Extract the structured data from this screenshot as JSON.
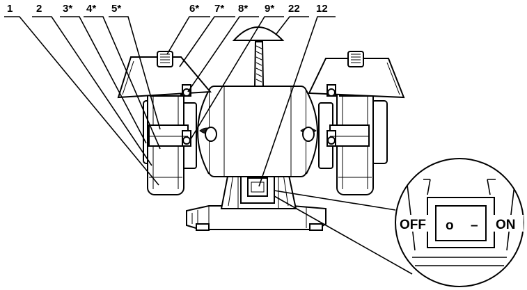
{
  "callouts": [
    {
      "id": "1",
      "text": "1"
    },
    {
      "id": "2",
      "text": "2"
    },
    {
      "id": "3",
      "text": "3*"
    },
    {
      "id": "4",
      "text": "4*"
    },
    {
      "id": "5",
      "text": "5*"
    },
    {
      "id": "6",
      "text": "6*"
    },
    {
      "id": "7",
      "text": "7*"
    },
    {
      "id": "8",
      "text": "8*"
    },
    {
      "id": "9",
      "text": "9*"
    },
    {
      "id": "22",
      "text": "22"
    },
    {
      "id": "12",
      "text": "12"
    }
  ],
  "switch_detail": {
    "off_label": "OFF",
    "on_label": "ON",
    "off_symbol": "o",
    "on_symbol": "–"
  },
  "colors": {
    "line": "#000000",
    "background": "#ffffff",
    "shield": "#ffffff"
  }
}
